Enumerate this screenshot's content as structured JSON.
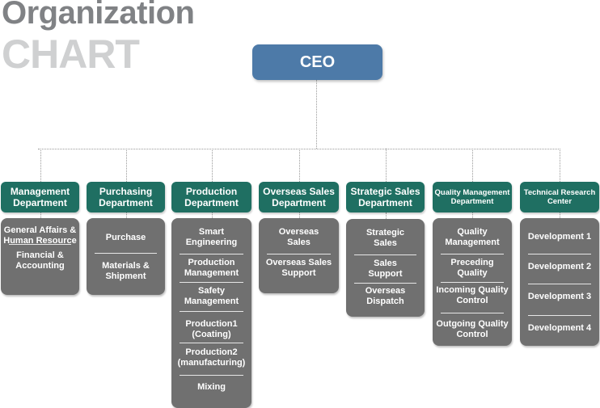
{
  "title": {
    "line1": "Organization",
    "line2": "CHART"
  },
  "ceo": "CEO",
  "departments": [
    {
      "name": "Management\nDepartment",
      "items": [
        "General Affairs &\nHuman Resource",
        "Financial &\nAccounting"
      ]
    },
    {
      "name": "Purchasing\nDepartment",
      "items": [
        "Purchase",
        "Materials &\nShipment"
      ]
    },
    {
      "name": "Production\nDepartment",
      "items": [
        "Smart\nEngineering",
        "Production\nManagement",
        "Safety\nManagement",
        "Production1\n(Coating)",
        "Production2\n(manufacturing)",
        "Mixing"
      ]
    },
    {
      "name": "Overseas Sales\nDepartment",
      "items": [
        "Overseas\nSales",
        "Overseas Sales\nSupport"
      ]
    },
    {
      "name": "Strategic Sales\nDepartment",
      "items": [
        "Strategic\nSales",
        "Sales\nSupport",
        "Overseas\nDispatch"
      ]
    },
    {
      "name": "Quality Management\nDepartment",
      "items": [
        "Quality\nManagement",
        "Preceding\nQuality",
        "Incoming Quality\nControl",
        "Outgoing Quality\nControl"
      ]
    },
    {
      "name": "Technical Research\nCenter",
      "items": [
        "Development 1",
        "Development 2",
        "Development 3",
        "Development 4"
      ]
    }
  ]
}
